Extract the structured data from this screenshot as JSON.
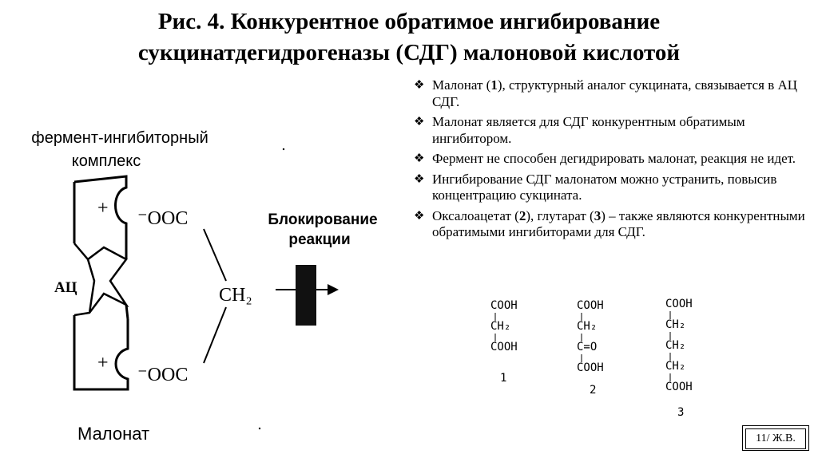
{
  "title": {
    "line1": "Рис. 4. Конкурентное обратимое ингибирование",
    "line2": "сукцинатдегидрогеназы (СДГ) малоновой кислотой"
  },
  "bullets": [
    {
      "b": "Малонат (",
      "n": "1",
      "a": "), структурный аналог сукцината, связывается в АЦ СДГ."
    },
    {
      "b": " Малонат является для СДГ конкурентным обратимым ингибитором.",
      "n": "",
      "a": ""
    },
    {
      "b": "Фермент не способен дегидрировать малонат, реакция не идет.",
      "n": "",
      "a": ""
    },
    {
      "b": "Ингибирование СДГ малонатом можно устранить, повысив концентрацию сукцината.",
      "n": "",
      "a": ""
    },
    {
      "b": "Оксалоацетат (",
      "n": "2",
      "a": "), глутарат ("
    }
  ],
  "bullet5_tail": {
    "n": "3",
    "a": ") – также являются конкурентными обратимыми ингибиторами для СДГ."
  },
  "bullet_marker": "❖",
  "diagram": {
    "complex_label_1": "фермент-ингибиторный",
    "complex_label_2": "комплекс",
    "active_site": "АЦ",
    "plus": "+",
    "carboxylate_top": "⁻OOC",
    "carboxylate_bottom": "⁻OOC",
    "ch2": "CH₂",
    "block_label_1": "Блокирование",
    "block_label_2": "реакции",
    "malonate": "Малонат"
  },
  "structures": {
    "s1": {
      "lines": [
        "COOH",
        "CH₂",
        "COOH"
      ],
      "number": "1"
    },
    "s2": {
      "lines": [
        "COOH",
        "CH₂",
        "C=O",
        "COOH"
      ],
      "number": "2"
    },
    "s3": {
      "lines": [
        "COOH",
        "CH₂",
        "CH₂",
        "CH₂",
        "COOH"
      ],
      "number": "3"
    }
  },
  "footer": "11/ Ж.В."
}
